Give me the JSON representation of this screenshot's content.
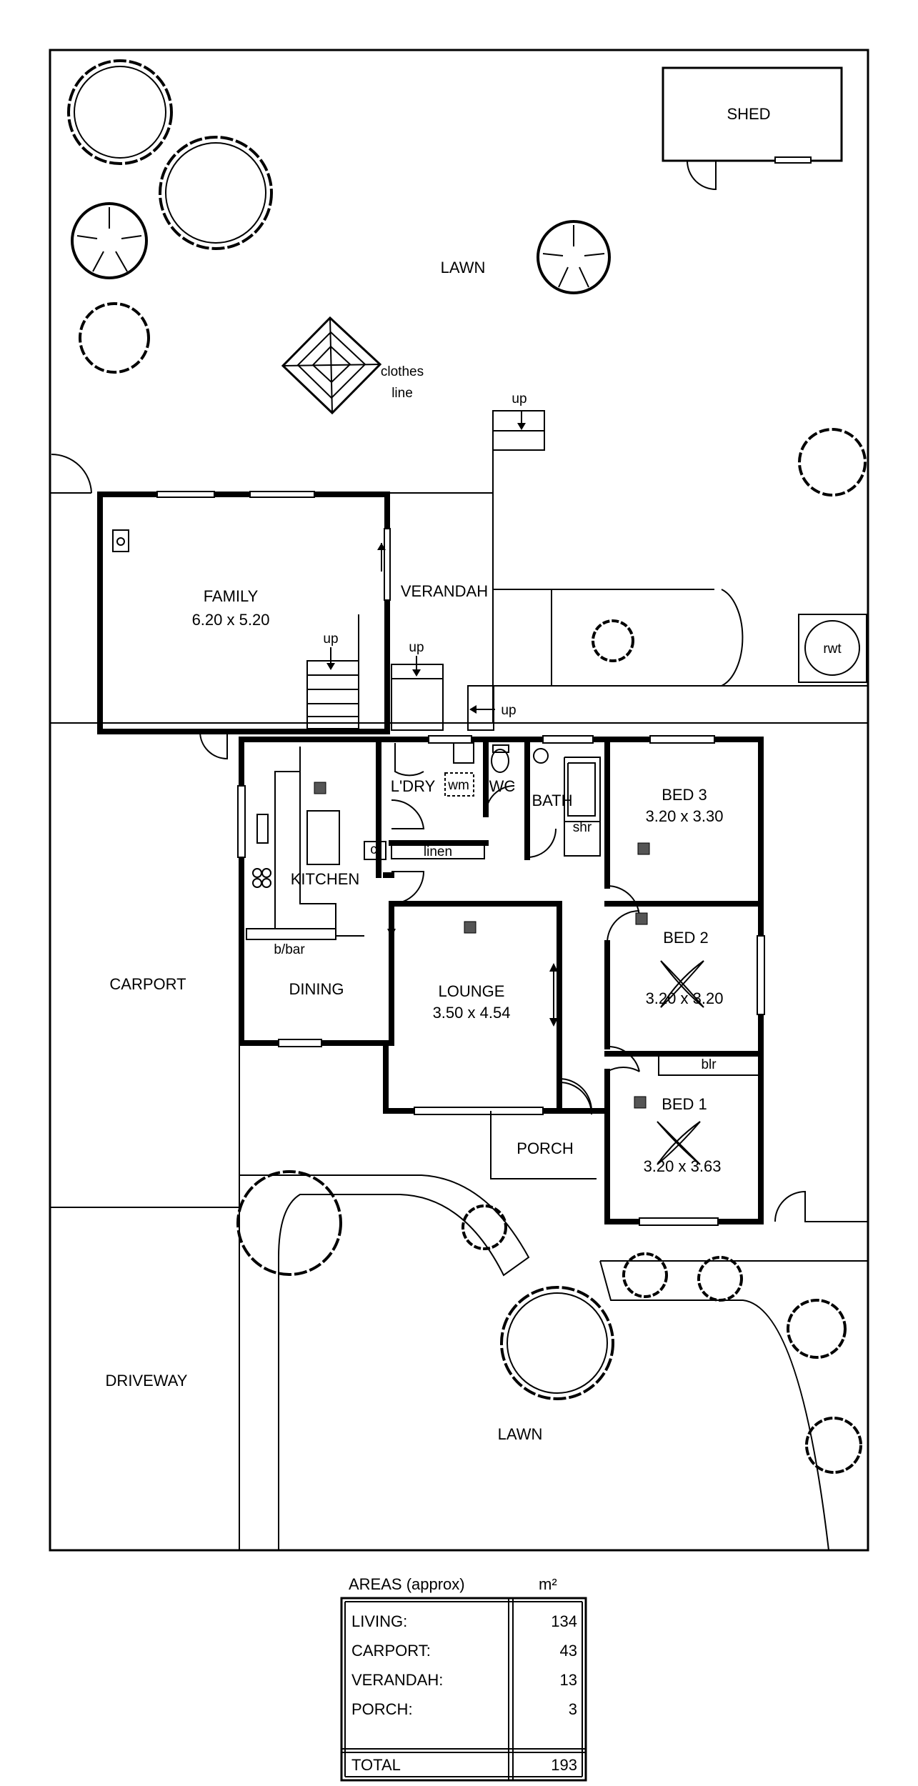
{
  "rooms": {
    "shed": "SHED",
    "lawn_top": "LAWN",
    "clothes_line_1": "clothes",
    "clothes_line_2": "line",
    "family": "FAMILY",
    "family_dims": "6.20 x 5.20",
    "verandah": "VERANDAH",
    "rwt": "rwt",
    "up": "up",
    "laundry": "L'DRY",
    "wm": "wm",
    "wc": "WC",
    "bath": "BATH",
    "shr": "shr",
    "bed3": "BED 3",
    "bed3_dims": "3.20 x 3.30",
    "kitchen": "KITCHEN",
    "c": "c",
    "linen": "linen",
    "lounge": "LOUNGE",
    "lounge_dims": "3.50 x 4.54",
    "bed2": "BED 2",
    "bed2_dims": "3.20 x 3.20",
    "blr": "blr",
    "bbar": "b/bar",
    "dining": "DINING",
    "carport": "CARPORT",
    "porch": "PORCH",
    "bed1": "BED 1",
    "bed1_dims": "3.20 x 3.63",
    "driveway": "DRIVEWAY",
    "lawn_bottom": "LAWN"
  },
  "areas": {
    "title": "AREAS (approx)",
    "unit": "m²",
    "rows": [
      {
        "label": "LIVING:",
        "value": "134"
      },
      {
        "label": "CARPORT:",
        "value": "43"
      },
      {
        "label": "VERANDAH:",
        "value": "13"
      },
      {
        "label": "PORCH:",
        "value": "3"
      }
    ],
    "total_label": "TOTAL",
    "total_value": "193"
  }
}
